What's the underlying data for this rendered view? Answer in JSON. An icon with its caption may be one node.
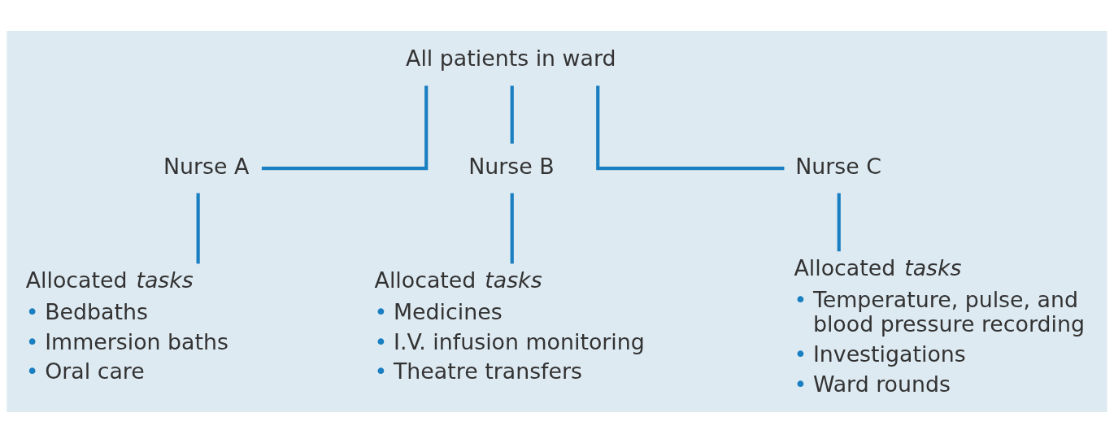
{
  "diagram": {
    "nodes": [
      {
        "text": [
          "All patients in ward"
        ]
      },
      {
        "text": [
          "Nurse A"
        ]
      },
      {
        "text": [
          "Nurse B"
        ]
      },
      {
        "text": [
          "Nurse C"
        ]
      },
      {
        "text": [
          "Allocated *tasks*",
          "•",
          "Bedbaths",
          "•",
          "Immersion baths",
          "•",
          "Oral care"
        ]
      },
      {
        "text": [
          "Allocated *tasks*",
          "•",
          "Medicines",
          "•",
          "I.V. infusion monitoring",
          "•",
          "Theatre transfers"
        ]
      },
      {
        "text": [
          "Allocated *tasks*",
          "•",
          "Temperature, pulse, and blood pressure recording",
          "•",
          "Investigations",
          "•",
          "Ward rounds"
        ]
      }
    ],
    "edges": [
      {
        "from": 0,
        "to": 1,
        "arrow": "none"
      },
      {
        "from": 0,
        "to": 2,
        "arrow": "none"
      },
      {
        "from": 0,
        "to": 3,
        "arrow": "none"
      },
      {
        "from": 1,
        "to": 4,
        "arrow": "none"
      },
      {
        "from": 2,
        "to": 5,
        "arrow": "none"
      },
      {
        "from": 3,
        "to": 6,
        "arrow": "none"
      }
    ]
  }
}
